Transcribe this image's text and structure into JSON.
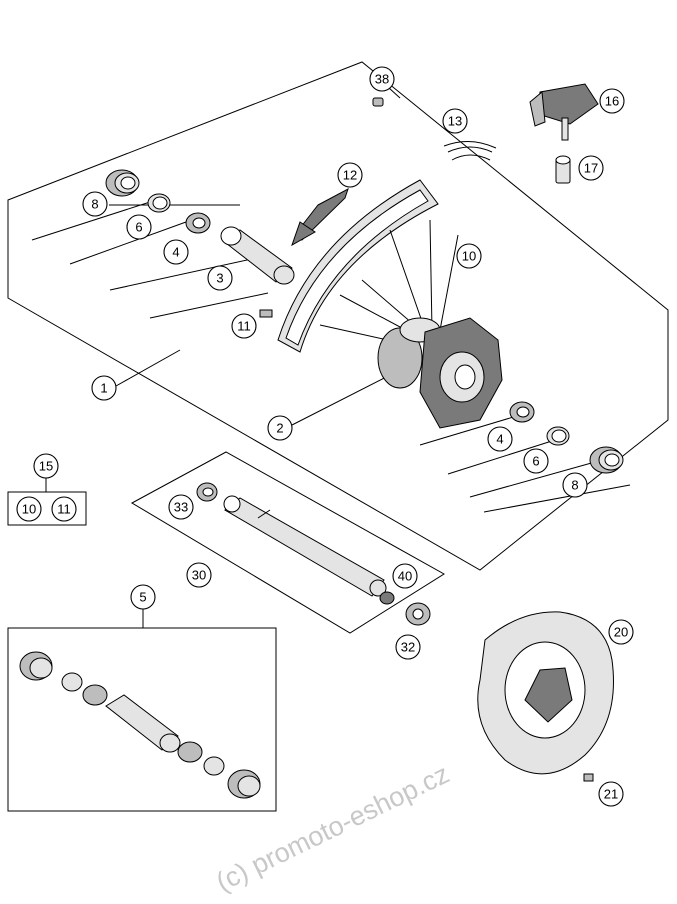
{
  "callouts": {
    "c38": "38",
    "c16": "16",
    "c13": "13",
    "c17": "17",
    "c12": "12",
    "c8a": "8",
    "c6a": "6",
    "c4a": "4",
    "c3": "3",
    "c10": "10",
    "c11": "11",
    "c1": "1",
    "c2": "2",
    "c4b": "4",
    "c6b": "6",
    "c8b": "8",
    "c15": "15",
    "c15a": "10",
    "c15b": "11",
    "c33": "33",
    "c30": "30",
    "c40": "40",
    "c32": "32",
    "c5": "5",
    "c20": "20",
    "c21": "21"
  },
  "watermark": "(c) promoto-eshop.cz",
  "colors": {
    "line": "#000000",
    "shade": "#bdbdbd",
    "watermark": "#c8c8c8"
  }
}
